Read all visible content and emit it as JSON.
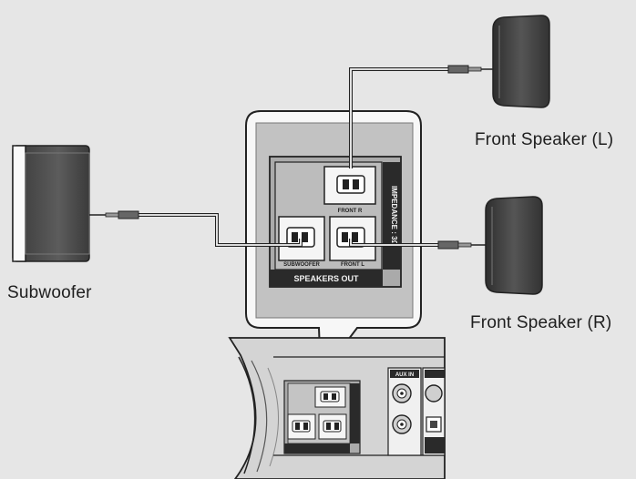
{
  "labels": {
    "front_left": "Front Speaker (L)",
    "front_right": "Front Speaker (R)",
    "subwoofer": "Subwoofer"
  },
  "panel": {
    "title": "SPEAKERS OUT",
    "impedance": "IMPEDANCE : 3Ω",
    "jacks": {
      "front_r": "FRONT R",
      "front_l": "FRONT L",
      "subwoofer": "SUBWOOFER"
    }
  },
  "unit_panel": {
    "aux_in": "AUX IN"
  },
  "colors": {
    "background": "#e6e6e6",
    "speaker_body": "#4a4a4a",
    "panel_gray": "#b8b8b8",
    "outline": "#222222"
  }
}
